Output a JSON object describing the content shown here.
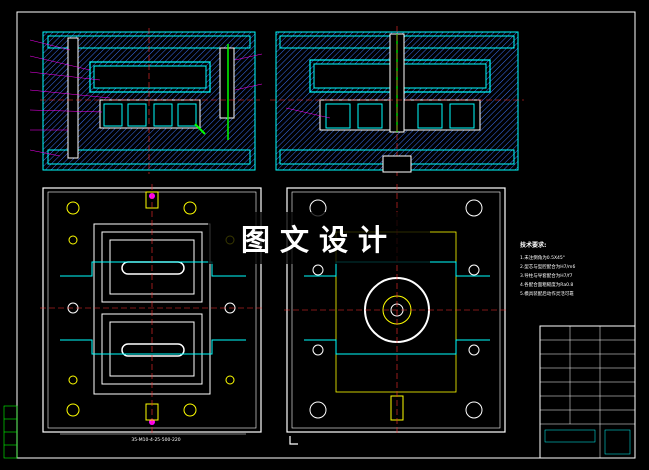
{
  "watermark": "图文设计",
  "notes": {
    "title": "技术要求:",
    "lines": [
      "1.未注倒角为0.5X45°",
      "2.型芯与型腔配合为H7/m6",
      "3.导柱与导套配合为H7/f7",
      "4.各配合面粗糙度为Ra0.8",
      "5.模具装配后动作灵活可靠"
    ]
  },
  "dimension_text": "35-M10-4-25-500-220",
  "title_block": {
    "name": "",
    "drawing_no": ""
  },
  "colors": {
    "background": "#000000",
    "outline": "#ffffff",
    "part": "#00ffff",
    "hatch": "#3a6ff0",
    "hole": "#ffff00",
    "center_line": "#ff3030",
    "leader": "#ff00ff",
    "green_detail": "#00ff00"
  },
  "views": [
    {
      "name": "front-section-view"
    },
    {
      "name": "side-section-view"
    },
    {
      "name": "moving-half-plan-view"
    },
    {
      "name": "fixed-half-plan-view"
    }
  ]
}
